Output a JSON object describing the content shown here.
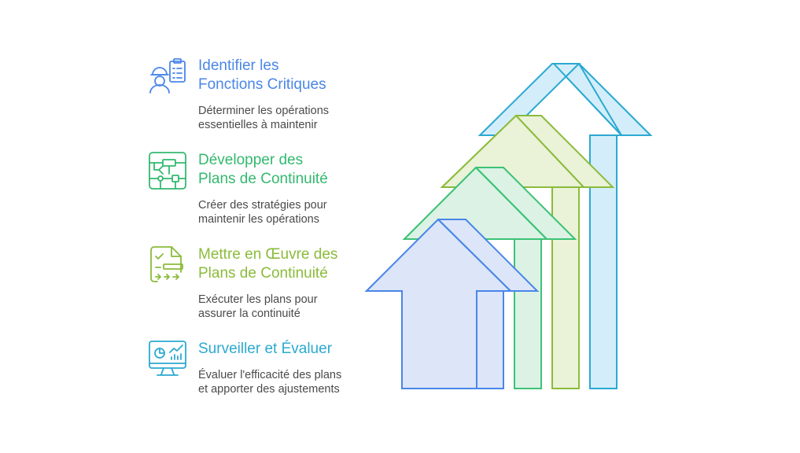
{
  "steps": [
    {
      "title_line1": "Identifier les",
      "title_line2": "Fonctions Critiques",
      "desc_line1": "Déterminer les opérations",
      "desc_line2": "essentielles à maintenir",
      "icon": "worker-checklist-icon",
      "color": "#4a86e8"
    },
    {
      "title_line1": "Développer des",
      "title_line2": "Plans de Continuité",
      "desc_line1": "Créer des stratégies pour",
      "desc_line2": "maintenir les opérations",
      "icon": "flowchart-icon",
      "color": "#33b96f"
    },
    {
      "title_line1": "Mettre en Œuvre des",
      "title_line2": "Plans de Continuité",
      "desc_line1": "Exécuter les plans pour",
      "desc_line2": "assurer la continuité",
      "icon": "task-list-icon",
      "color": "#8bbb3b"
    },
    {
      "title_line1": "Surveiller et Évaluer",
      "desc_line1": "Évaluer l'efficacité des plans",
      "desc_line2": "et apporter des ajustements",
      "icon": "monitor-analytics-icon",
      "color": "#2ba9d1"
    }
  ],
  "arrow_colors": {
    "blue": {
      "stroke": "#4a86e8",
      "fill": "#dce6f8"
    },
    "green": {
      "stroke": "#3cc275",
      "fill": "#dcf2e5"
    },
    "olive": {
      "stroke": "#8bbb3b",
      "fill": "#eaf2d7"
    },
    "cyan": {
      "stroke": "#2ba9d1",
      "fill": "#d3eefa"
    }
  }
}
